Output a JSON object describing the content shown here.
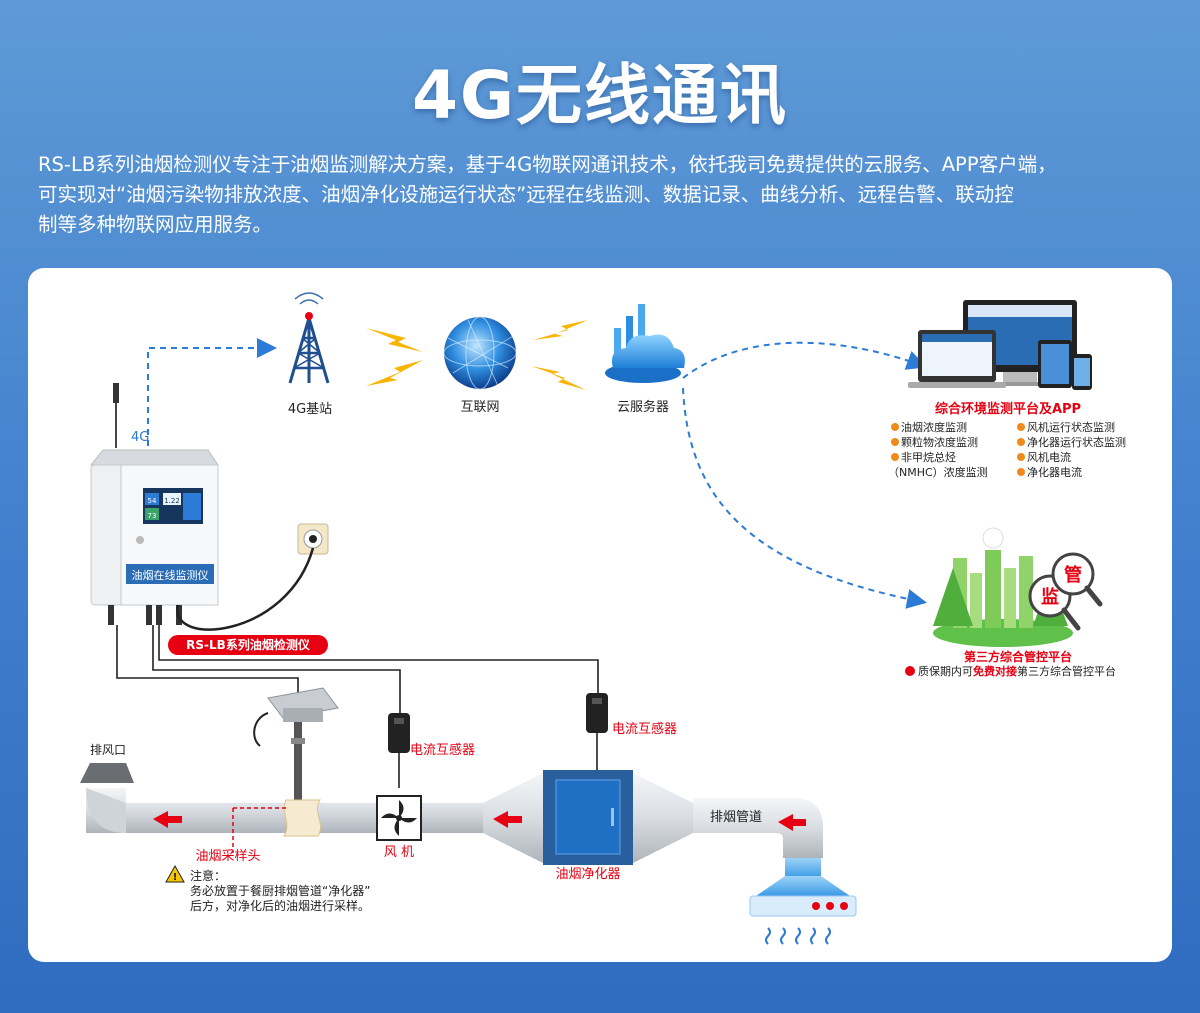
{
  "title": "4G无线通讯",
  "intro": [
    "RS-LB系列油烟检测仪专注于油烟监测解决方案，基于4G物联网通讯技术，依托我司免费提供的云服务、APP客户端，",
    "可实现对“油烟污染物排放浓度、油烟净化设施运行状态”远程在线监测、数据记录、曲线分析、远程告警、联动控",
    "制等多种物联网应用服务。"
  ],
  "network": {
    "antenna_label": "4G",
    "base_station": "4G基站",
    "internet": "互联网",
    "cloud_server": "云服务器"
  },
  "platform": {
    "title": "综合环境监测平台及APP",
    "features_left": [
      "油烟浓度监测",
      "颗粒物浓度监测",
      "非甲烷总烃",
      "（NMHC）浓度监测"
    ],
    "features_right": [
      "风机运行状态监测",
      "净化器运行状态监测",
      "风机电流",
      "净化器电流"
    ]
  },
  "third_party": {
    "badge_1": "监",
    "badge_2": "管",
    "title": "第三方综合管控平台",
    "note_prefix": "质保期内可",
    "note_highlight": "免费对接",
    "note_suffix": "第三方综合管控平台"
  },
  "device": {
    "panel_label": "油烟在线监测仪",
    "screen_values": [
      "54",
      "1.22",
      "73"
    ],
    "model_label": "RS-LB系列油烟检测仪"
  },
  "duct": {
    "exhaust_outlet": "排风口",
    "current_sensor_1": "电流互感器",
    "current_sensor_2": "电流互感器",
    "sampling_head": "油烟采样头",
    "fan": "风 机",
    "purifier": "油烟净化器",
    "exhaust_duct": "排烟管道",
    "note_title": "注意：",
    "note_line1": "务必放置于餐厨排烟管道“净化器”",
    "note_line2": "后方，对净化后的油烟进行采样。"
  },
  "colors": {
    "accent_red": "#e60012",
    "dashed_blue": "#2c7bd6",
    "orange_bullet": "#f08a1c",
    "purifier_blue": "#1f6fc4"
  }
}
